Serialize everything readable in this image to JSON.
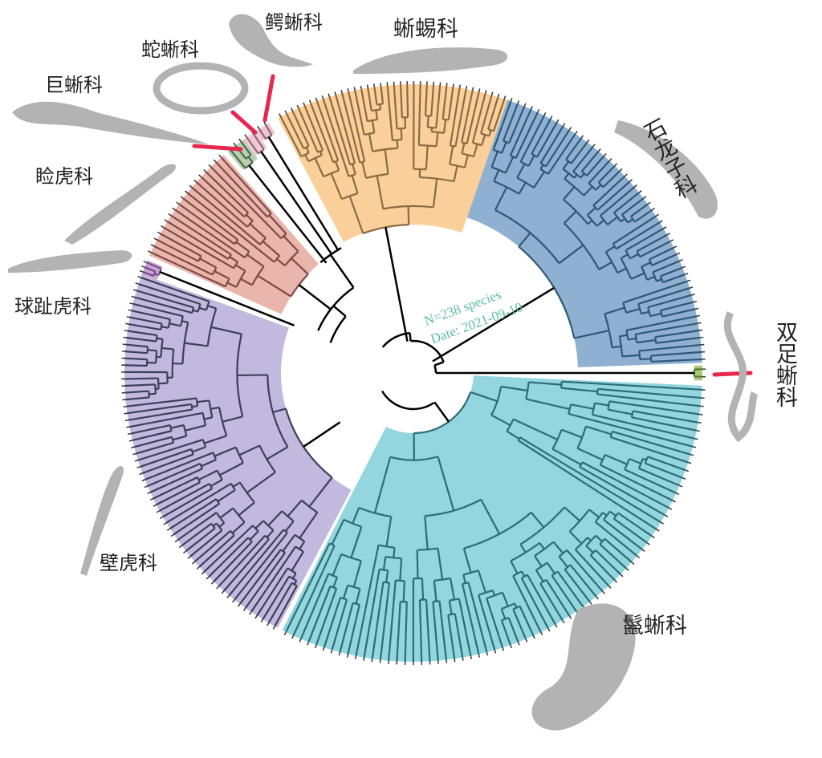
{
  "annotation": {
    "count": "N=238 species",
    "date": "Date:  2021-09-10",
    "color": "#5dbf9e"
  },
  "clades": [
    {
      "name": "双足蜥科",
      "color": "#a9c97a"
    },
    {
      "name": "石龙子科",
      "color": "#8fb0d0"
    },
    {
      "name": "蜥蜴科",
      "color": "#fbcf9a"
    },
    {
      "name": "鳄蜥科",
      "color": "#f0c4d4"
    },
    {
      "name": "蛇蜥科",
      "color": "#f3c9d6"
    },
    {
      "name": "巨蜥科",
      "color": "#b9cfb2"
    },
    {
      "name": "睑虎科",
      "color": "#eab5ab"
    },
    {
      "name": "球趾虎科",
      "color": "#c9a5d6"
    },
    {
      "name": "壁虎科",
      "color": "#c1b9de"
    },
    {
      "name": "鬣蜥科",
      "color": "#93d6df"
    }
  ],
  "highlight_color": "#e8274f",
  "silhouette_color": "#b3b3b3"
}
